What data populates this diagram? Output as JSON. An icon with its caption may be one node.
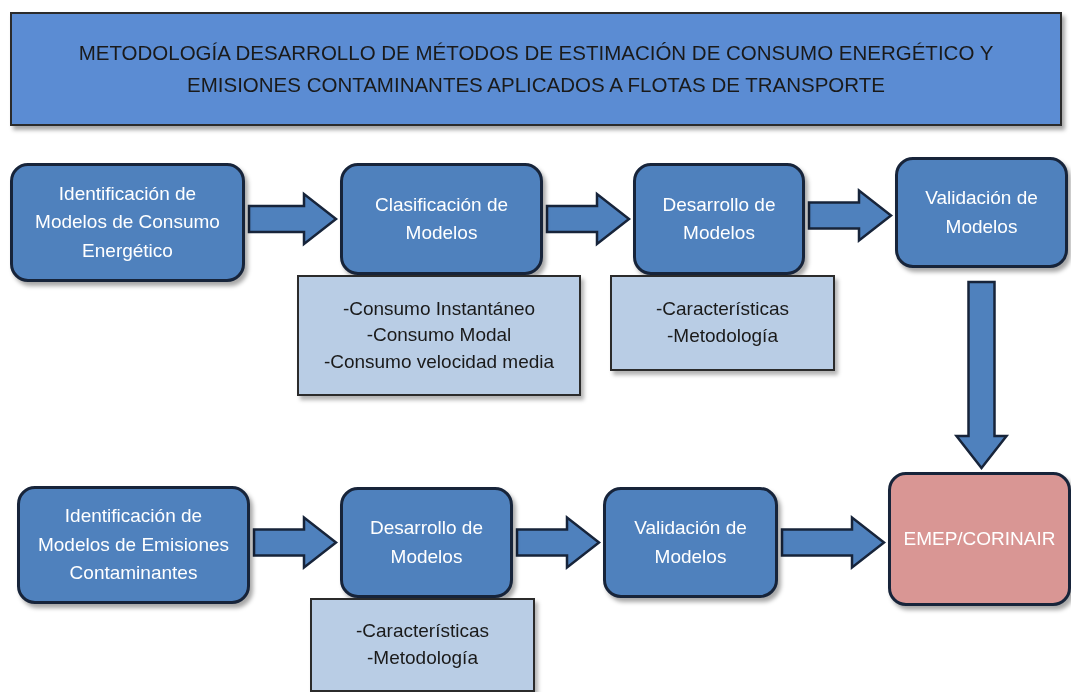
{
  "diagram": {
    "title": "METODOLOGÍA DESARROLLO DE MÉTODOS DE ESTIMACIÓN DE CONSUMO ENERGÉTICO Y EMISIONES CONTAMINANTES APLICADOS A FLOTAS DE TRANSPORTE",
    "nodes": [
      {
        "text": [
          "Identificación de Modelos de Consumo Energético"
        ]
      },
      {
        "text": [
          "Clasificación de Modelos"
        ]
      },
      {
        "text": [
          "-Consumo Instantáneo",
          "-Consumo Modal",
          "-Consumo velocidad media"
        ]
      },
      {
        "text": [
          "Desarrollo de Modelos"
        ]
      },
      {
        "text": [
          "-Características",
          "-Metodología"
        ]
      },
      {
        "text": [
          "Validación de Modelos"
        ]
      },
      {
        "text": [
          "Identificación de Modelos de Emisiones Contaminantes"
        ]
      },
      {
        "text": [
          "Desarrollo de Modelos"
        ]
      },
      {
        "text": [
          "-Características",
          "-Metodología"
        ]
      },
      {
        "text": [
          "Validación de Modelos"
        ]
      },
      {
        "text": [
          "EMEP/CORINAIR"
        ]
      }
    ],
    "edges": [
      {
        "from": 0,
        "to": 1,
        "arrow": "to"
      },
      {
        "from": 1,
        "to": 3,
        "arrow": "to"
      },
      {
        "from": 3,
        "to": 5,
        "arrow": "to"
      },
      {
        "from": 5,
        "to": 10,
        "arrow": "to"
      },
      {
        "from": 6,
        "to": 7,
        "arrow": "to"
      },
      {
        "from": 7,
        "to": 9,
        "arrow": "to"
      },
      {
        "from": 9,
        "to": 10,
        "arrow": "to"
      }
    ]
  }
}
